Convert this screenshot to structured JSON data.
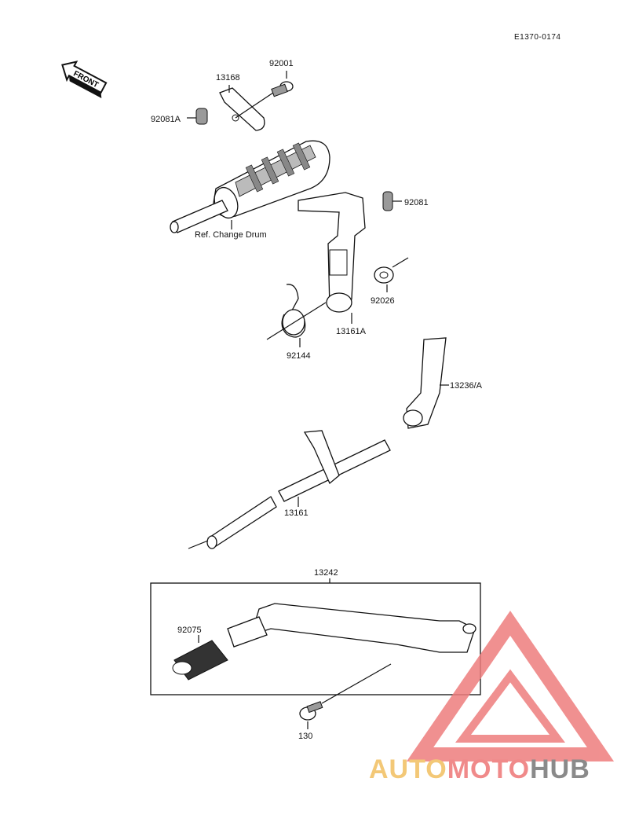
{
  "diagram": {
    "code": "E1370-0174",
    "front_label": "FRONT",
    "ref_label": "Ref. Change Drum",
    "parts": {
      "p92001": "92001",
      "p13168": "13168",
      "p92081A": "92081A",
      "p92081": "92081",
      "p92026": "92026",
      "p13161A": "13161A",
      "p92144": "92144",
      "p13236A": "13236/A",
      "p13161": "13161",
      "p13242": "13242",
      "p92075": "92075",
      "p130": "130"
    }
  },
  "watermark": {
    "part1": "AUTO",
    "part2": "MOTO",
    "part3": "HUB",
    "colors": {
      "auto": "#f3c877",
      "moto": "#f08a8a",
      "hub": "#8a8a8a"
    }
  }
}
